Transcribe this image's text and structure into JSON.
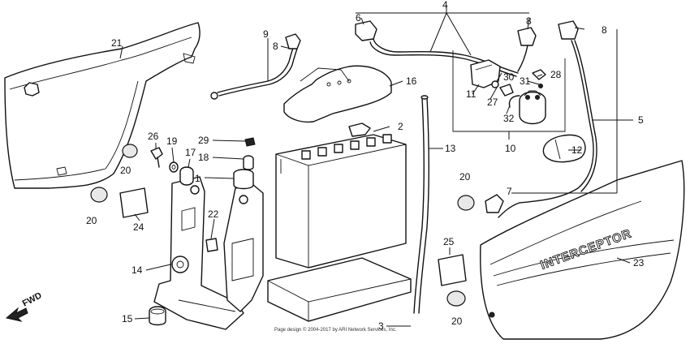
{
  "diagram": {
    "callouts": [
      {
        "id": "c1",
        "label": "1"
      },
      {
        "id": "c2",
        "label": "2"
      },
      {
        "id": "c3",
        "label": "3"
      },
      {
        "id": "c4",
        "label": "4"
      },
      {
        "id": "c5",
        "label": "5"
      },
      {
        "id": "c6",
        "label": "6"
      },
      {
        "id": "c7",
        "label": "7"
      },
      {
        "id": "c8a",
        "label": "8"
      },
      {
        "id": "c8b",
        "label": "8"
      },
      {
        "id": "c8c",
        "label": "8"
      },
      {
        "id": "c9",
        "label": "9"
      },
      {
        "id": "c10",
        "label": "10"
      },
      {
        "id": "c11",
        "label": "11"
      },
      {
        "id": "c12",
        "label": "12"
      },
      {
        "id": "c13",
        "label": "13"
      },
      {
        "id": "c14",
        "label": "14"
      },
      {
        "id": "c15",
        "label": "15"
      },
      {
        "id": "c16",
        "label": "16"
      },
      {
        "id": "c17",
        "label": "17"
      },
      {
        "id": "c18",
        "label": "18"
      },
      {
        "id": "c19",
        "label": "19"
      },
      {
        "id": "c20a",
        "label": "20"
      },
      {
        "id": "c20b",
        "label": "20"
      },
      {
        "id": "c20c",
        "label": "20"
      },
      {
        "id": "c20d",
        "label": "20"
      },
      {
        "id": "c21",
        "label": "21"
      },
      {
        "id": "c22",
        "label": "22"
      },
      {
        "id": "c23",
        "label": "23"
      },
      {
        "id": "c24",
        "label": "24"
      },
      {
        "id": "c25",
        "label": "25"
      },
      {
        "id": "c26",
        "label": "26"
      },
      {
        "id": "c27",
        "label": "27"
      },
      {
        "id": "c28",
        "label": "28"
      },
      {
        "id": "c29",
        "label": "29"
      },
      {
        "id": "c30",
        "label": "30"
      },
      {
        "id": "c31",
        "label": "31"
      },
      {
        "id": "c32",
        "label": "32"
      }
    ],
    "cover_lettering": "INTERCEPTOR",
    "fwd_label": "FWD",
    "copyright": "Page design © 2004-2017 by ARI Network Services, Inc."
  }
}
